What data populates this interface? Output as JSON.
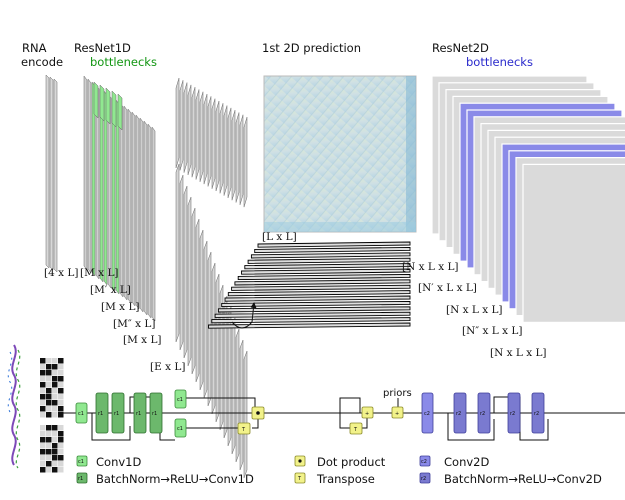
{
  "headers": {
    "rna_line1": "RNA",
    "rna_line2": "encode",
    "resnet1d": "ResNet1D",
    "bottlenecks_green": "bottlenecks",
    "first_pred": "1st 2D prediction",
    "resnet2d": "ResNet2D",
    "bottlenecks_blue": "bottlenecks"
  },
  "dims": {
    "four_l": "[4 x L]",
    "m_l_1": "[M x L]",
    "mp_l": "[M′ x L]",
    "m_l_2": "[M x L]",
    "mpp_l": "[M″ x L]",
    "m_l_3": "[M x L]",
    "e_l": "[E x L]",
    "l_l": "[L x L]",
    "n_l_l_1": "[N x L x L]",
    "np_l_l": "[N′ x L x L]",
    "n_l_l_2": "[N x L x L]",
    "npp_l_l": "[N″ x L x L]",
    "n_l_l_3": "[N x L x L]"
  },
  "flow": {
    "priors": "priors",
    "c1": "c1",
    "r1": "r1",
    "c2": "c2",
    "r2": "r2",
    "T": "T",
    "plus": "+",
    "dot": "•"
  },
  "legend": {
    "conv1d": "Conv1D",
    "bn1d": "BatchNorm→ReLU→Conv1D",
    "dot_product": "Dot product",
    "transpose": "Transpose",
    "conv2d": "Conv2D",
    "bn2d": "BatchNorm→ReLU→Conv2D"
  },
  "colors": {
    "green": "#90e890",
    "green_dark": "#6cb86c",
    "blue": "#8a8ae8",
    "blue_dark": "#7a7ad0",
    "yellow": "#f2f28a",
    "gray": "#cfcfcf",
    "blue_text": "#2a2acc",
    "green_text": "#129612"
  }
}
